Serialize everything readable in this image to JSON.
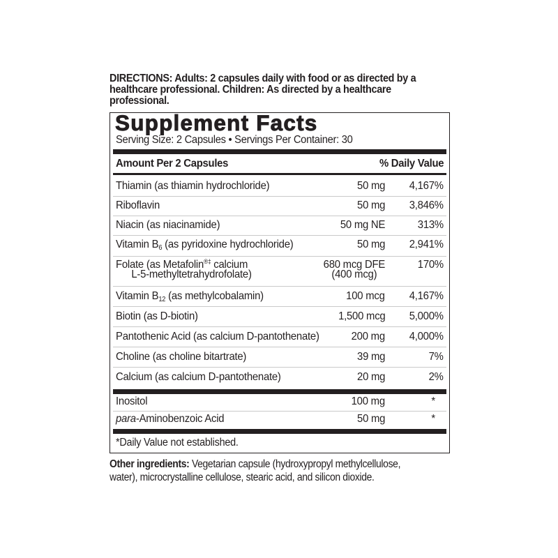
{
  "directions": "DIRECTIONS: Adults: 2 capsules daily with food or as directed by a healthcare professional. Children: As directed by a healthcare professional.",
  "panel": {
    "title": "Supplement Facts",
    "serving": "Serving Size: 2 Capsules • Servings Per Container: 30",
    "header_amount": "Amount Per 2 Capsules",
    "header_dv": "% Daily Value",
    "rows": [
      {
        "name": "Thiamin (as thiamin hydrochloride)",
        "amount": "50 mg",
        "dv": "4,167%"
      },
      {
        "name": "Riboflavin",
        "amount": "50 mg",
        "dv": "3,846%"
      },
      {
        "name": "Niacin (as niacinamide)",
        "amount": "50 mg NE",
        "dv": "313%"
      },
      {
        "name_prefix": "Vitamin B",
        "name_sub": "6",
        "name_suffix": " (as pyridoxine hydrochloride)",
        "amount": "50 mg",
        "dv": "2,941%"
      },
      {
        "name_prefix": "Folate (as Metafolin",
        "name_sup": "®‡",
        "name_suffix": " calcium",
        "name_line2": "L-5-methyltetrahydrofolate)",
        "amount": "680 mcg DFE",
        "amount_line2": "(400 mcg)",
        "dv": "170%"
      },
      {
        "name_prefix": "Vitamin B",
        "name_sub": "12",
        "name_suffix": " (as methylcobalamin)",
        "amount": "100 mcg",
        "dv": "4,167%"
      },
      {
        "name": "Biotin (as D-biotin)",
        "amount": "1,500 mcg",
        "dv": "5,000%"
      },
      {
        "name": "Pantothenic Acid (as calcium D-pantothenate)",
        "amount": "200 mg",
        "dv": "4,000%"
      },
      {
        "name": "Choline (as choline bitartrate)",
        "amount": "39 mg",
        "dv": "7%"
      },
      {
        "name": "Calcium (as calcium D-pantothenate)",
        "amount": "20 mg",
        "dv": "2%"
      }
    ],
    "rows2": [
      {
        "name": "Inositol",
        "amount": "100 mg",
        "dv": "*"
      },
      {
        "name_italic": "para",
        "name_suffix": "-Aminobenzoic Acid",
        "amount": "50 mg",
        "dv": "*"
      }
    ],
    "footnote": "*Daily Value not established."
  },
  "other_ingredients": {
    "label": "Other ingredients:",
    "text": " Vegetarian capsule (hydroxypropyl methylcellulose, water), microcrystalline cellulose, stearic acid, and silicon dioxide."
  }
}
